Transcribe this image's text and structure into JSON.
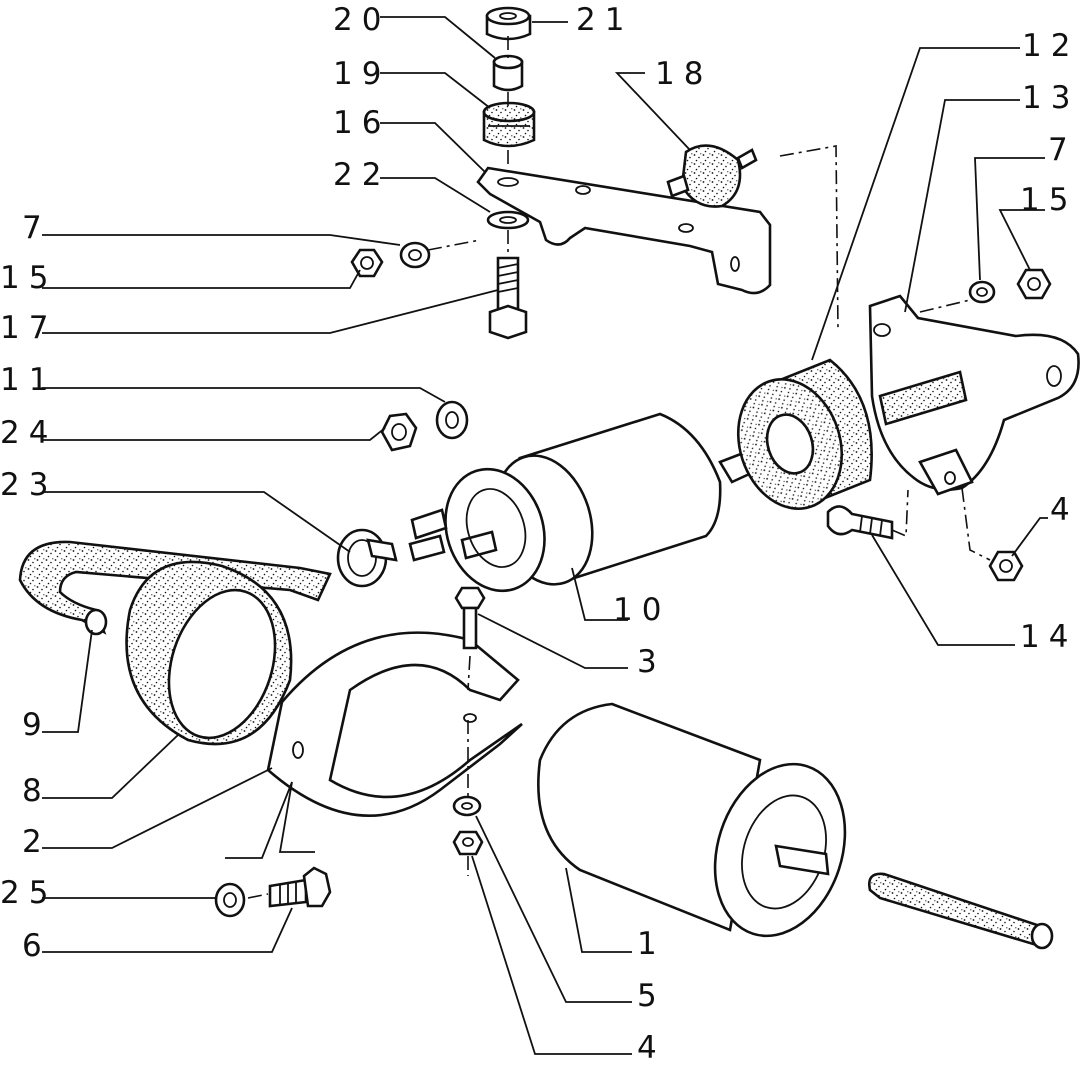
{
  "callouts": [
    "20",
    "21",
    "19",
    "18",
    "16",
    "12",
    "13",
    "22",
    "7",
    "7",
    "15",
    "15",
    "17",
    "11",
    "24",
    "23",
    "10",
    "3",
    "4",
    "14",
    "9",
    "8",
    "2",
    "25",
    "6",
    "1",
    "5",
    "4"
  ],
  "colors": {
    "ink": "#111111",
    "paper": "#ffffff"
  }
}
